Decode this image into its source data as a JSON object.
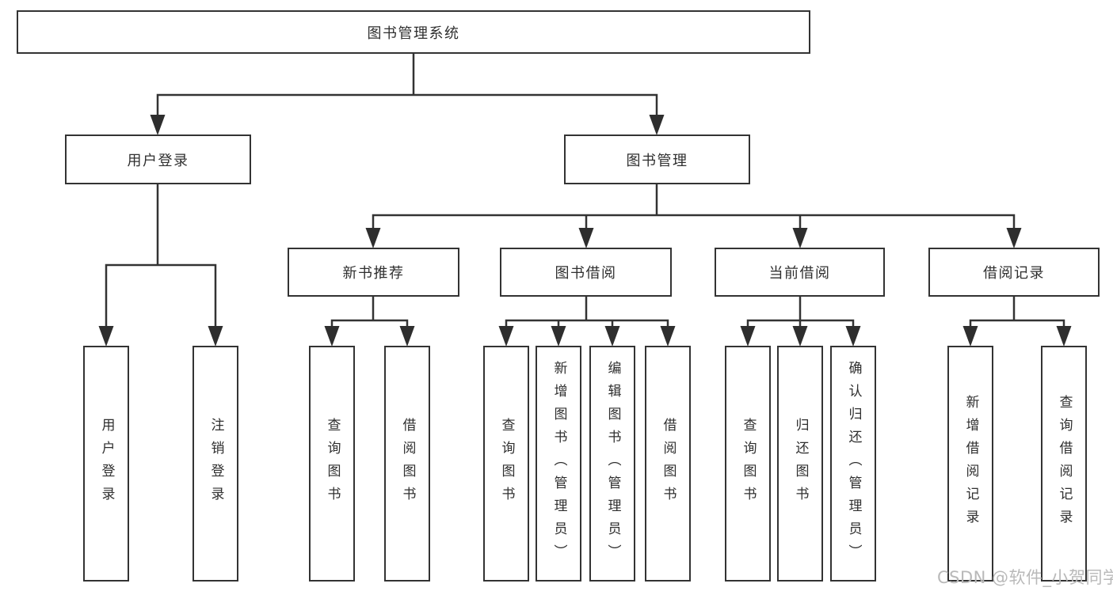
{
  "diagram": {
    "title": "图书管理系统",
    "type": "hierarchy",
    "colors": {
      "line": "#333333",
      "text": "#2f2f2f",
      "background": "#ffffff",
      "watermark": "#b9b9b9"
    },
    "watermark": "CSDN @软件_小贺同学"
  },
  "tree": {
    "label": "图书管理系统",
    "children": [
      {
        "label": "用户登录",
        "children": [
          {
            "label": "用户登录"
          },
          {
            "label": "注销登录"
          }
        ]
      },
      {
        "label": "图书管理",
        "children": [
          {
            "label": "新书推荐",
            "children": [
              {
                "label": "查询图书"
              },
              {
                "label": "借阅图书"
              }
            ]
          },
          {
            "label": "图书借阅",
            "children": [
              {
                "label": "查询图书"
              },
              {
                "label": "新增图书（管理员）"
              },
              {
                "label": "编辑图书（管理员）"
              },
              {
                "label": "借阅图书"
              }
            ]
          },
          {
            "label": "当前借阅",
            "children": [
              {
                "label": "查询图书"
              },
              {
                "label": "归还图书"
              },
              {
                "label": "确认归还（管理员）"
              }
            ]
          },
          {
            "label": "借阅记录",
            "children": [
              {
                "label": "新增借阅记录"
              },
              {
                "label": "查询借阅记录"
              }
            ]
          }
        ]
      }
    ]
  }
}
